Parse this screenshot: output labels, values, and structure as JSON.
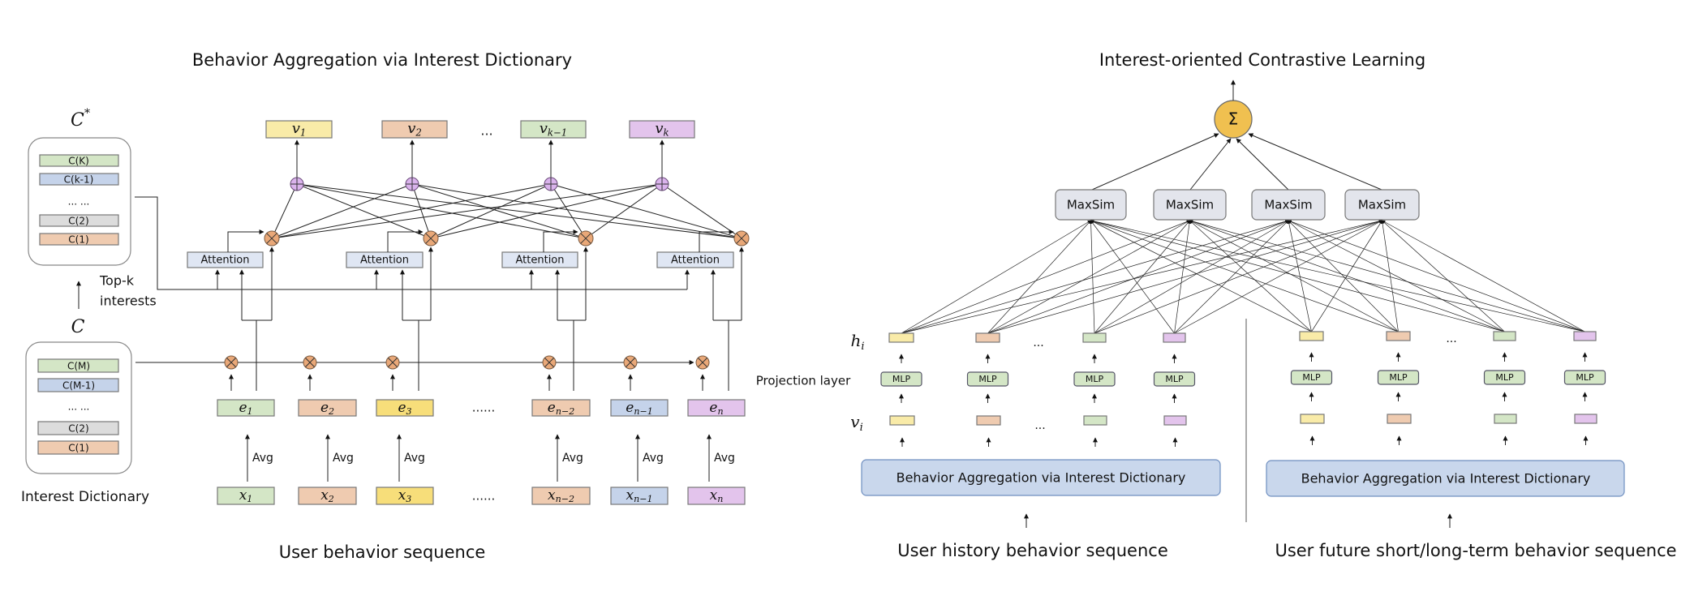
{
  "left": {
    "title": "Behavior Aggregation via Interest Dictionary",
    "c_star_label": {
      "base": "C",
      "sup": "*"
    },
    "c_star_items": [
      "C(K)",
      "C(k-1)",
      "... ...",
      "C(2)",
      "C(1)"
    ],
    "c_label": {
      "base": "C"
    },
    "c_items": [
      "C(M)",
      "C(M-1)",
      "... ...",
      "C(2)",
      "C(1)"
    ],
    "dictionary_label": "Interest Dictionary",
    "topk_label": [
      "Top-k",
      "interests"
    ],
    "outputs": [
      {
        "base": "v",
        "sub": "1"
      },
      {
        "base": "v",
        "sub": "2"
      },
      {
        "base": "v",
        "sub": "k−1"
      },
      {
        "base": "v",
        "sub": "k"
      }
    ],
    "outputs_ellipsis": "...",
    "attention_label": "Attention",
    "embeddings": [
      {
        "base": "e",
        "sub": "1"
      },
      {
        "base": "e",
        "sub": "2"
      },
      {
        "base": "e",
        "sub": "3"
      },
      {
        "base": "e",
        "sub": "n−2"
      },
      {
        "base": "e",
        "sub": "n−1"
      },
      {
        "base": "e",
        "sub": "n"
      }
    ],
    "inputs": [
      {
        "base": "x",
        "sub": "1"
      },
      {
        "base": "x",
        "sub": "2"
      },
      {
        "base": "x",
        "sub": "3"
      },
      {
        "base": "x",
        "sub": "n−2"
      },
      {
        "base": "x",
        "sub": "n−1"
      },
      {
        "base": "x",
        "sub": "n"
      }
    ],
    "sequence_ellipsis": "......",
    "avg_label": "Avg",
    "caption": "User behavior sequence"
  },
  "right": {
    "title": "Interest-oriented Contrastive Learning",
    "sum_symbol": "Σ",
    "maxsim_label": "MaxSim",
    "h_label": {
      "base": "h",
      "sub": "i"
    },
    "v_label": {
      "base": "v",
      "sub": "i"
    },
    "projection_label": "Projection layer",
    "mlp_label": "MLP",
    "ellipsis": "...",
    "aggregation_label": "Behavior Aggregation via Interest Dictionary",
    "history_caption": "User history behavior sequence",
    "future_caption": "User future short/long-term behavior sequence"
  },
  "colors": {
    "yellow": "#f9eba8",
    "peach": "#efcbb0",
    "green": "#d4e6c6",
    "purple": "#e3c4ec",
    "blue": "#c5d3ea",
    "gray": "#dcdcdc",
    "gold": "#f7de7a",
    "otimes": "#e9a878",
    "oplus": "#dab3ec",
    "sigma": "#f0c050",
    "maxsim": "#e3e5ec",
    "attention": "#dfe6f3",
    "aggregation": "#c9d7ec"
  }
}
